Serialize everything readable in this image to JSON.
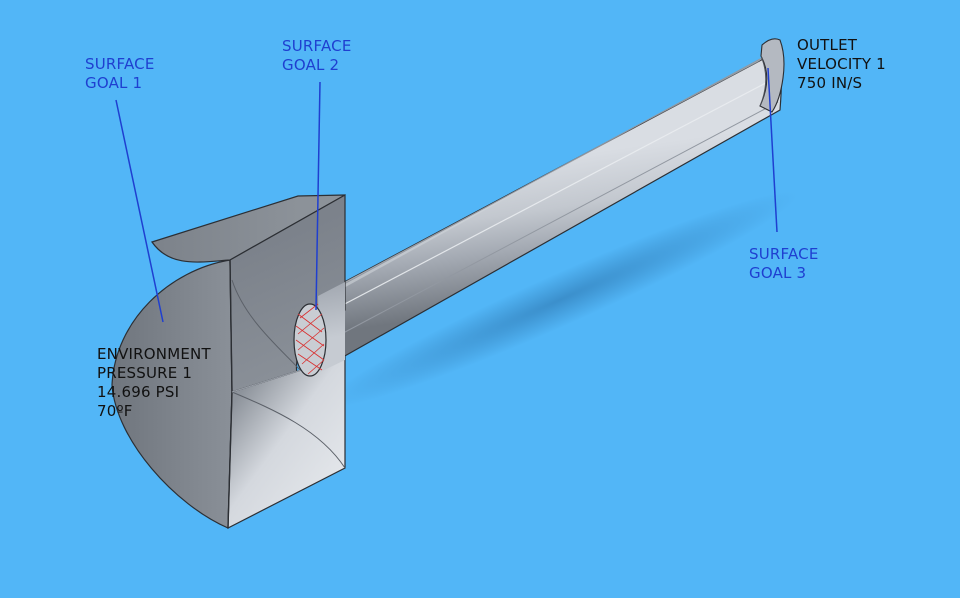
{
  "colors": {
    "background": "#52b6f7",
    "leader_line": "#1f3fd0",
    "label_blue": "#1f3fd0",
    "label_black": "#111111",
    "mesh_hatch": "#d83030"
  },
  "labels": {
    "surface_goal_1": [
      "SURFACE",
      "GOAL 1"
    ],
    "surface_goal_2": [
      "SURFACE",
      "GOAL 2"
    ],
    "surface_goal_3": [
      "SURFACE",
      "GOAL 3"
    ],
    "outlet_velocity": [
      "OUTLET",
      "VELOCITY 1",
      "750 IN/S"
    ],
    "environment_pressure": [
      "ENVIRONMENT",
      "PRESSURE 1",
      "14.696 PSI",
      "70ºF"
    ]
  }
}
